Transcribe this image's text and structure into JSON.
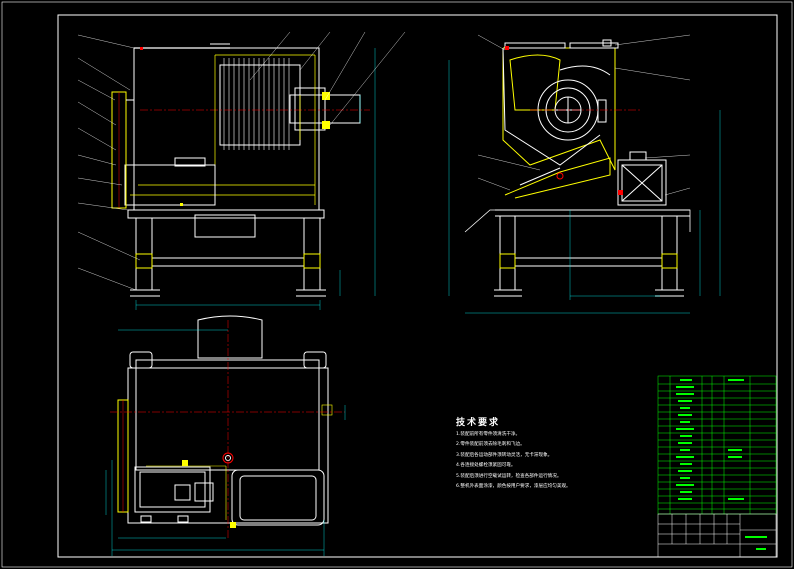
{
  "drawing": {
    "colors": {
      "background": "#000000",
      "frame": "#ffffff",
      "outline": "#ffffff",
      "hidden": "#ffff00",
      "dimension": "#00ffff",
      "center": "#ff0000",
      "part": "#ffffff",
      "titleblock": "#00ff00"
    }
  },
  "technical_requirements": {
    "title": "技术要求",
    "items": [
      "1.装配前所有零件须清洗干净。",
      "2.零件装配前须去除毛刺和飞边。",
      "3.装配后各运动部件须转动灵活，无卡滞现象。",
      "4.各连接处螺栓须紧固可靠。",
      "5.装配后须进行空载试运转，检查各部件运行情况。",
      "6.整机外表面涂漆，颜色按用户要求，漆层应均匀美观。"
    ]
  }
}
